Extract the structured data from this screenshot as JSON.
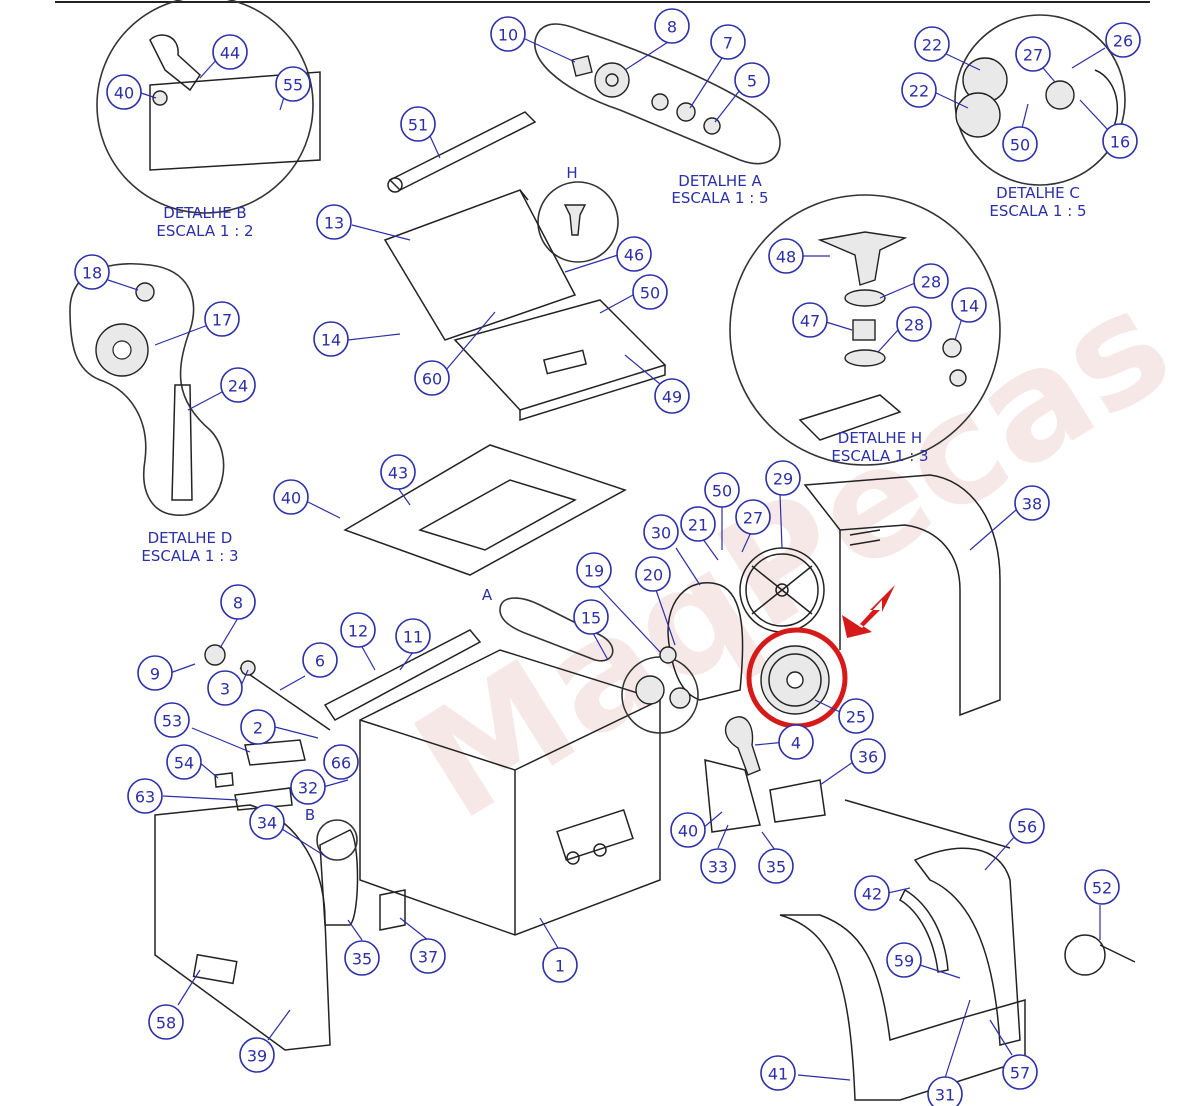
{
  "watermark": {
    "brand": "MaqPecas"
  },
  "highlight": {
    "color": "#d61a1a",
    "target_part": "25"
  },
  "details": [
    {
      "id": "A",
      "title": "DETALHE A",
      "scale": "ESCALA 1 : 5"
    },
    {
      "id": "B",
      "title": "DETALHE B",
      "scale": "ESCALA 1 : 2"
    },
    {
      "id": "C",
      "title": "DETALHE C",
      "scale": "ESCALA 1 : 5"
    },
    {
      "id": "D",
      "title": "DETALHE D",
      "scale": "ESCALA 1 : 3"
    },
    {
      "id": "H",
      "title": "DETALHE H",
      "scale": "ESCALA 1 : 3"
    }
  ],
  "view_markers": [
    "H",
    "A",
    "B"
  ],
  "callouts": [
    "10",
    "8",
    "7",
    "5",
    "44",
    "55",
    "40",
    "51",
    "22",
    "27",
    "26",
    "22",
    "50",
    "16",
    "13",
    "46",
    "50",
    "14",
    "60",
    "49",
    "48",
    "28",
    "47",
    "28",
    "14",
    "18",
    "17",
    "24",
    "43",
    "40",
    "50",
    "29",
    "38",
    "30",
    "21",
    "27",
    "19",
    "20",
    "8",
    "12",
    "11",
    "15",
    "6",
    "9",
    "3",
    "25",
    "53",
    "2",
    "4",
    "36",
    "54",
    "66",
    "63",
    "32",
    "34",
    "40",
    "33",
    "35",
    "56",
    "42",
    "52",
    "35",
    "37",
    "1",
    "59",
    "58",
    "39",
    "41",
    "31",
    "57"
  ]
}
